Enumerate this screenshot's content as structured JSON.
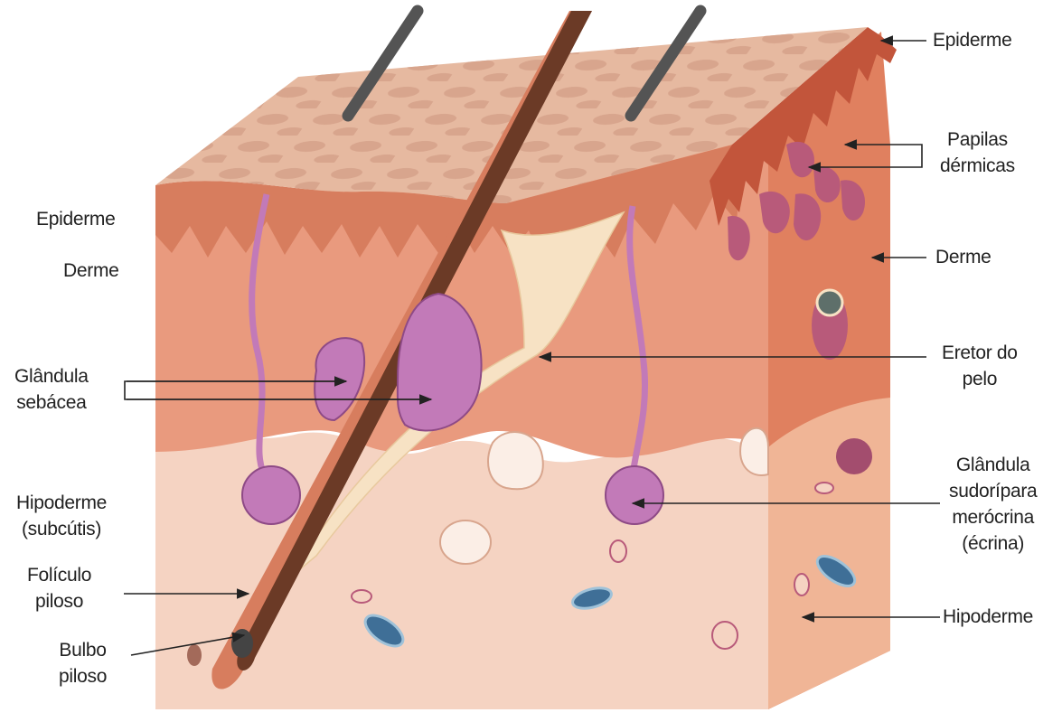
{
  "labels": {
    "epiderme_right": "Epiderme",
    "papilas": [
      "Papilas",
      "dérmicas"
    ],
    "derme_right": "Derme",
    "eretor": [
      "Eretor do",
      "pelo"
    ],
    "glandula_sudoripara": [
      "Glândula",
      "sudorípara",
      "merócrina",
      "(écrina)"
    ],
    "hipoderme_right": "Hipoderme",
    "epiderme_left": "Epiderme",
    "derme_left": "Derme",
    "glandula_sebacea": [
      "Glândula",
      "sebácea"
    ],
    "hipoderme_left": [
      "Hipoderme",
      "(subcútis)"
    ],
    "foliculo": [
      "Folículo",
      "piloso"
    ],
    "bulbo": [
      "Bulbo",
      "piloso"
    ]
  },
  "colors": {
    "epidermis_top": "#e6b9a0",
    "dermis": "#e99a7e",
    "dermis_side": "#e0805f",
    "hypodermis": "#f5d3c2",
    "hair": "#6b3a26",
    "gland": "#c27ab8",
    "papilla": "#b85a7a",
    "vessel": "#3f6f97"
  }
}
